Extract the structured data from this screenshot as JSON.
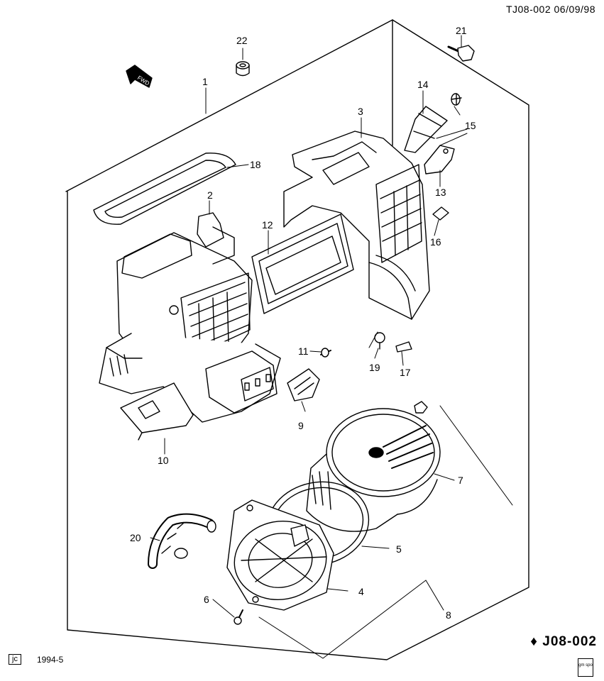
{
  "header": {
    "code": "TJ08-002 06/09/98"
  },
  "fwd_label": "FWD",
  "callouts": [
    {
      "id": "c1",
      "text": "1"
    },
    {
      "id": "c2",
      "text": "2"
    },
    {
      "id": "c3",
      "text": "3"
    },
    {
      "id": "c4",
      "text": "4"
    },
    {
      "id": "c5",
      "text": "5"
    },
    {
      "id": "c6",
      "text": "6"
    },
    {
      "id": "c7",
      "text": "7"
    },
    {
      "id": "c8",
      "text": "8"
    },
    {
      "id": "c9",
      "text": "9"
    },
    {
      "id": "c10",
      "text": "10"
    },
    {
      "id": "c11",
      "text": "11"
    },
    {
      "id": "c12",
      "text": "12"
    },
    {
      "id": "c13",
      "text": "13"
    },
    {
      "id": "c14",
      "text": "14"
    },
    {
      "id": "c15",
      "text": "15"
    },
    {
      "id": "c16",
      "text": "16"
    },
    {
      "id": "c17",
      "text": "17"
    },
    {
      "id": "c18",
      "text": "18"
    },
    {
      "id": "c19",
      "text": "19"
    },
    {
      "id": "c20",
      "text": "20"
    },
    {
      "id": "c21",
      "text": "21"
    },
    {
      "id": "c22",
      "text": "22"
    }
  ],
  "footer": {
    "jc_label": "jc",
    "year": "1994-5",
    "code": "J08-002",
    "code_glyph": "♦",
    "logo_text": "gm spo"
  }
}
